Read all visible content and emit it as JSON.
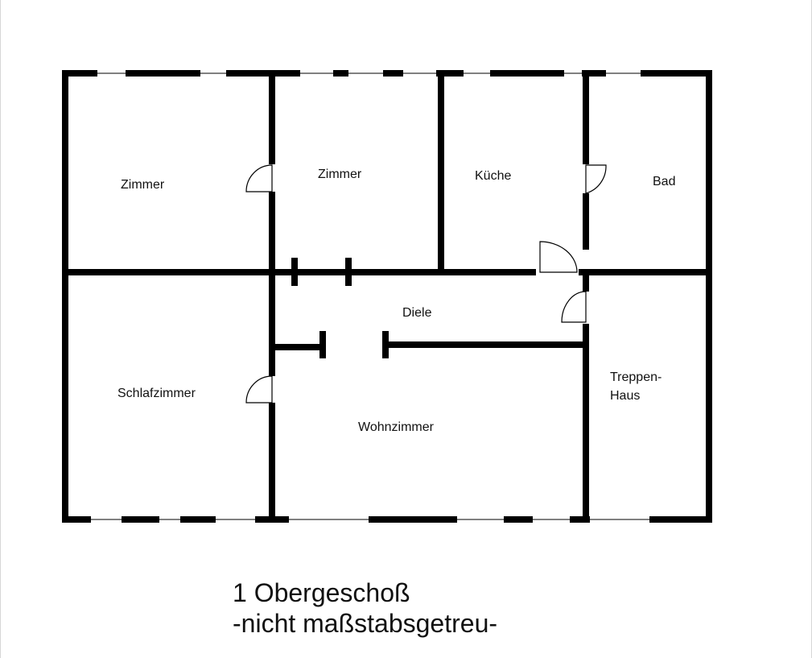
{
  "rooms": {
    "zimmer1": "Zimmer",
    "zimmer2": "Zimmer",
    "kueche": "Küche",
    "bad": "Bad",
    "diele": "Diele",
    "schlafzimmer": "Schlafzimmer",
    "wohnzimmer": "Wohnzimmer",
    "treppenhaus_line1": "Treppen-",
    "treppenhaus_line2": "Haus"
  },
  "caption": {
    "title": "1 Obergeschoß",
    "subtitle": "-nicht maßstabsgetreu-"
  }
}
